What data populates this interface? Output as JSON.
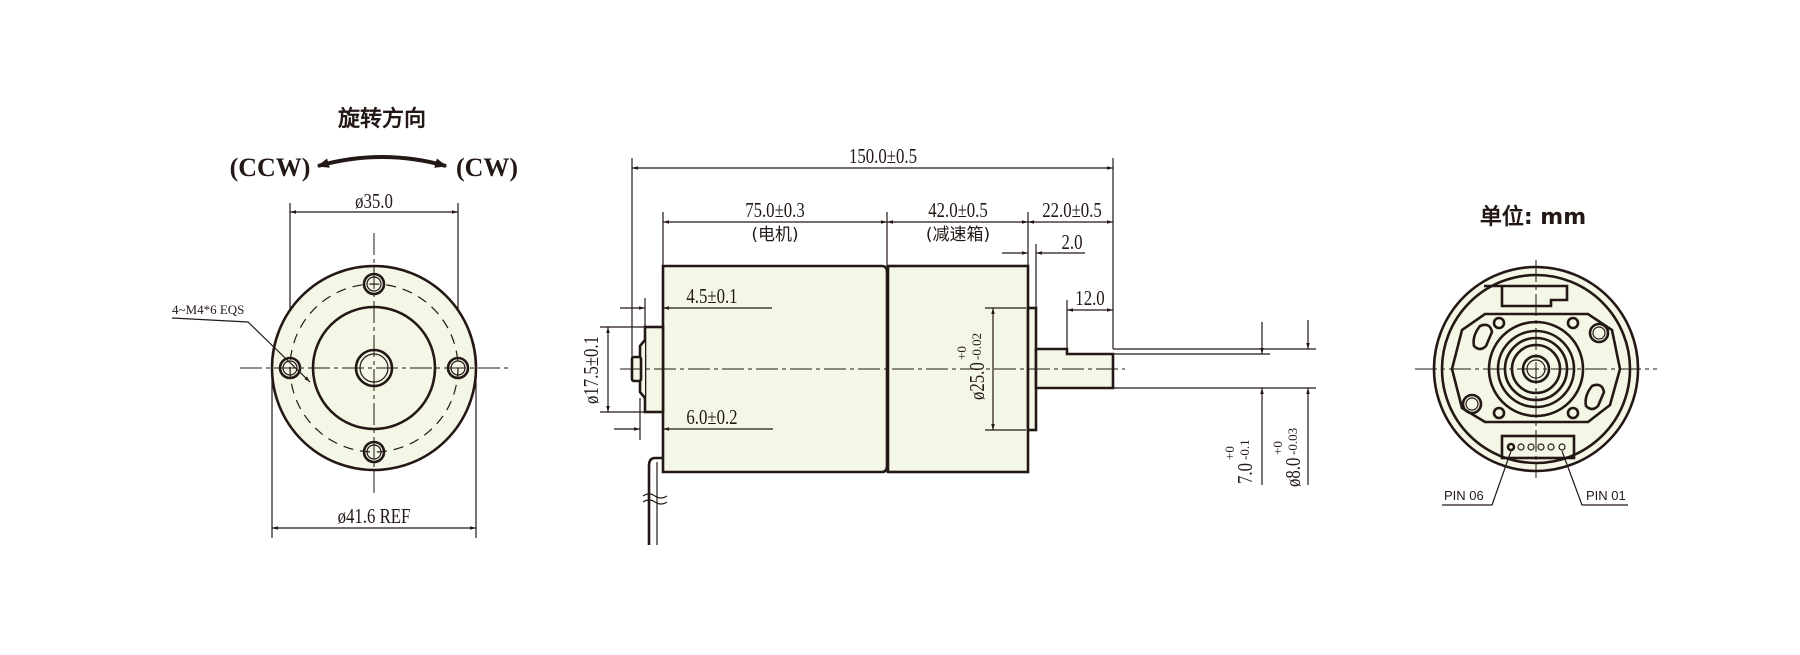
{
  "front_view": {
    "title": "旋转方向",
    "ccw_label": "(CCW)",
    "cw_label": "(CW)",
    "bolt_circle_dim": "ø35.0",
    "outer_dim": "ø41.6  REF",
    "screw_note": "4~M4*6 EQS"
  },
  "side_view": {
    "total_length": "150.0±0.5",
    "motor_length": "75.0±0.3",
    "motor_label": "(电机)",
    "gearbox_length": "42.0±0.5",
    "gearbox_label": "(减速箱)",
    "shaft_length": "22.0±0.5",
    "flange_thickness": "2.0",
    "flat_length": "12.0",
    "rear_boss_a": "4.5±0.1",
    "rear_boss_b": "6.0±0.2",
    "rear_boss_dia": "ø17.5±0.1",
    "pilot_dia": "ø25.0",
    "pilot_tol_upper": "+0",
    "pilot_tol_lower": "-0.02",
    "flat_dim": "7.0",
    "flat_tol_upper": "+0",
    "flat_tol_lower": "-0.1",
    "shaft_dia": "ø8.0",
    "shaft_tol_upper": "+0",
    "shaft_tol_lower": "-0.03"
  },
  "rear_view": {
    "unit_label": "单位: mm",
    "pin_first": "PIN 06",
    "pin_last": "PIN 01"
  },
  "colors": {
    "line": "#231815",
    "fill": "#f4f6e6"
  }
}
